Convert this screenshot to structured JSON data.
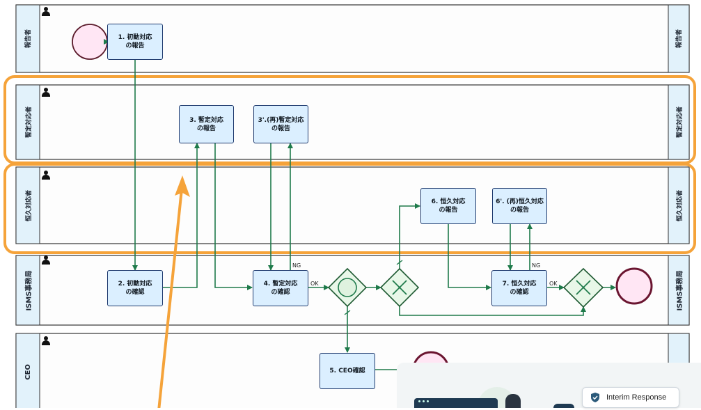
{
  "lanes": [
    {
      "id": "reporter",
      "label": "報告者"
    },
    {
      "id": "interim",
      "label": "暫定対応者"
    },
    {
      "id": "permanent",
      "label": "恒久対応者"
    },
    {
      "id": "isms",
      "label": "ISMS事務局"
    },
    {
      "id": "ceo",
      "label": "CEO"
    }
  ],
  "tasks": {
    "t1": "1. 初動対応\nの報告",
    "t2": "2. 初動対応\nの確認",
    "t3": "3. 暫定対応\nの報告",
    "t3b": "3'.(再)暫定対応\nの報告",
    "t4": "4. 暫定対応\nの確認",
    "t5": "5. CEO確認",
    "t6": "6. 恒久対応\nの報告",
    "t6b": "6'. (再)恒久対応\nの報告",
    "t7": "7. 恒久対応\nの確認"
  },
  "flow_labels": {
    "ng1": "NG",
    "ok1": "OK",
    "ng2": "NG",
    "ok2": "OK"
  },
  "card": {
    "label": "Interim Response",
    "icon": "shield-check-icon"
  },
  "colors": {
    "highlight": "#f5a33a",
    "flow": "#1e7a4a",
    "task_fill": "#dbefff",
    "task_border": "#1f3a6e",
    "start_fill": "#ffe6f4",
    "end_border": "#6a1530"
  }
}
